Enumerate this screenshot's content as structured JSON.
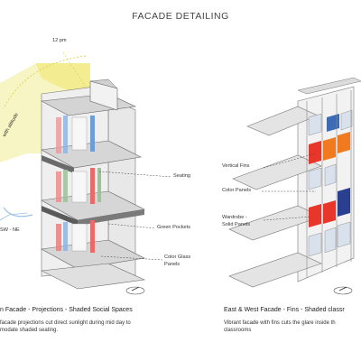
{
  "title": "FACADE DETAILING",
  "sun": {
    "time_label": "12 pm",
    "altitude_label": "with altitude",
    "direction_label": "SW - NE"
  },
  "left_panel": {
    "callouts": {
      "seating": "Seating",
      "green_pockets": "Green Pockets",
      "color_glass_line1": "Color Glass",
      "color_glass_line2": "Panels"
    },
    "caption": "n Facade - Projections - Shaded Social Spaces",
    "description_line1": "facade projections cut direct sunlight during mid day to",
    "description_line2": "modate shaded seating."
  },
  "right_panel": {
    "callouts": {
      "vertical_fins": "Vertical Fins",
      "color_panels": "Color Panels",
      "wardrobe_line1": "Wardrobe -",
      "wardrobe_line2": "Solid Panels"
    },
    "caption": "East & West Facade - Fins - Shaded classr",
    "description_line1": "Vibrant facade with fins cuts the glare inside th",
    "description_line2": "classrooms"
  },
  "colors": {
    "sun_yellow": "#f3ee9a",
    "slab_grey": "#d9d9d9",
    "slab_dark": "#8c8c8c",
    "window_blue": "#3e6bb5",
    "panel_red": "#e8362b",
    "panel_orange": "#f07a1d",
    "panel_navy": "#2a3f8f",
    "glass_red": "#e86a6a",
    "glass_blue": "#6f9fd8",
    "glass_green": "#7bb27a"
  }
}
